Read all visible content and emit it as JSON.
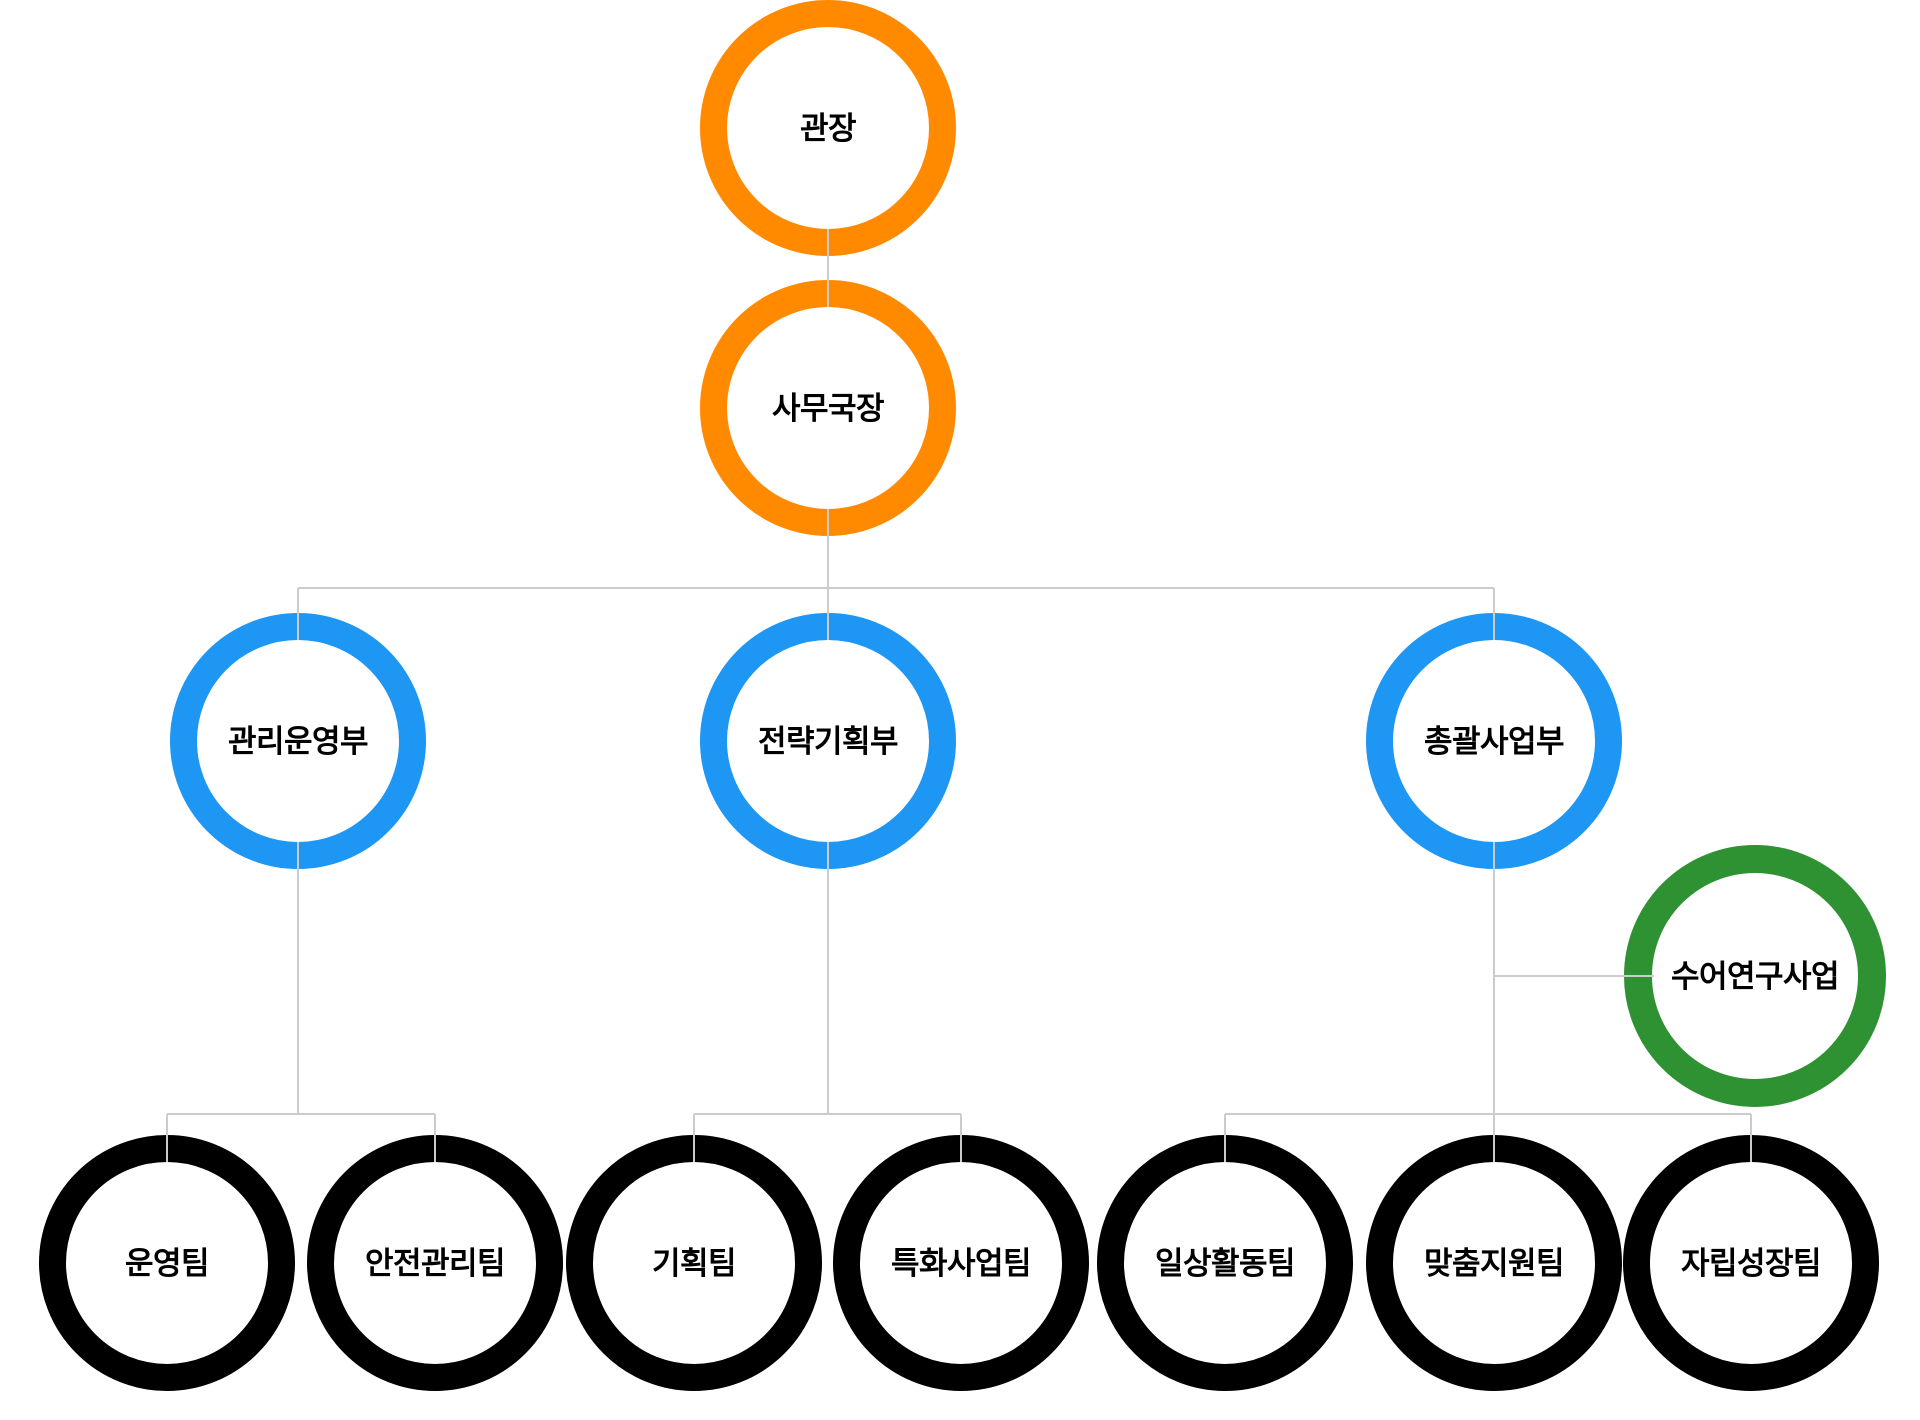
{
  "diagram": {
    "type": "org-chart",
    "language": "ko",
    "colors": {
      "orange": "#FF8A00",
      "blue": "#1E96F3",
      "green": "#2E9132",
      "black": "#000000",
      "connector": "#CCCCCC",
      "label": "#000000",
      "background": "#FFFFFF"
    },
    "nodes": [
      {
        "id": "director",
        "label": "관장",
        "level": 1,
        "parent": null,
        "color": "orange"
      },
      {
        "id": "secretary-general",
        "label": "사무국장",
        "level": 2,
        "parent": "director",
        "color": "orange"
      },
      {
        "id": "management-operations-dept",
        "label": "관리운영부",
        "level": 3,
        "parent": "secretary-general",
        "color": "blue"
      },
      {
        "id": "strategic-planning-dept",
        "label": "전략기획부",
        "level": 3,
        "parent": "secretary-general",
        "color": "blue"
      },
      {
        "id": "general-business-dept",
        "label": "총괄사업부",
        "level": 3,
        "parent": "secretary-general",
        "color": "blue"
      },
      {
        "id": "sign-language-research",
        "label": "수어연구사업",
        "level": 3,
        "parent": "general-business-dept",
        "color": "green"
      },
      {
        "id": "operations-team",
        "label": "운영팀",
        "level": 4,
        "parent": "management-operations-dept",
        "color": "black"
      },
      {
        "id": "safety-management-team",
        "label": "안전관리팀",
        "level": 4,
        "parent": "management-operations-dept",
        "color": "black"
      },
      {
        "id": "planning-team",
        "label": "기획팀",
        "level": 4,
        "parent": "strategic-planning-dept",
        "color": "black"
      },
      {
        "id": "specialized-business-team",
        "label": "특화사업팀",
        "level": 4,
        "parent": "strategic-planning-dept",
        "color": "black"
      },
      {
        "id": "daily-activities-team",
        "label": "일상활동팀",
        "level": 4,
        "parent": "general-business-dept",
        "color": "black"
      },
      {
        "id": "customized-support-team",
        "label": "맞춤지원팀",
        "level": 4,
        "parent": "general-business-dept",
        "color": "black"
      },
      {
        "id": "independence-growth-team",
        "label": "자립성장팀",
        "level": 4,
        "parent": "general-business-dept",
        "color": "black"
      }
    ]
  }
}
